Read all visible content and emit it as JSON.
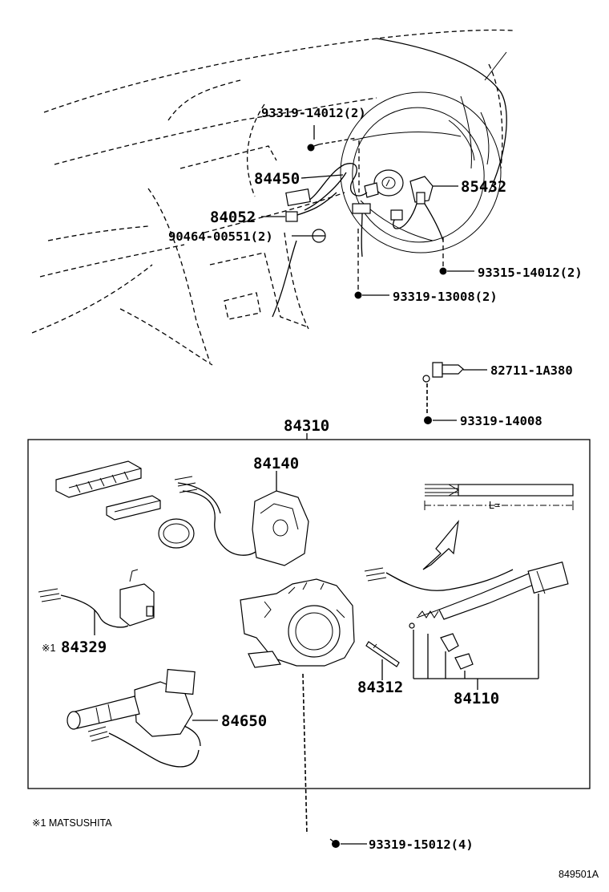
{
  "labels": {
    "p93319_14012": "93319-14012(2)",
    "p84450": "84450",
    "p85432": "85432",
    "p84052": "84052",
    "p90464": "90464-00551(2)",
    "p93315": "93315-14012(2)",
    "p93319_13008": "93319-13008(2)",
    "p82711": "82711-1A380",
    "p93319_14008": "93319-14008",
    "p84310": "84310",
    "p84140": "84140",
    "p84329": "84329",
    "p84329_mark": "※1",
    "p84312": "84312",
    "p84110": "84110",
    "p84650": "84650",
    "p93319_15012": "93319-15012(4)",
    "l_eq": "L="
  },
  "footnote": "※1 MATSUSHITA",
  "figure_code": "849501A"
}
